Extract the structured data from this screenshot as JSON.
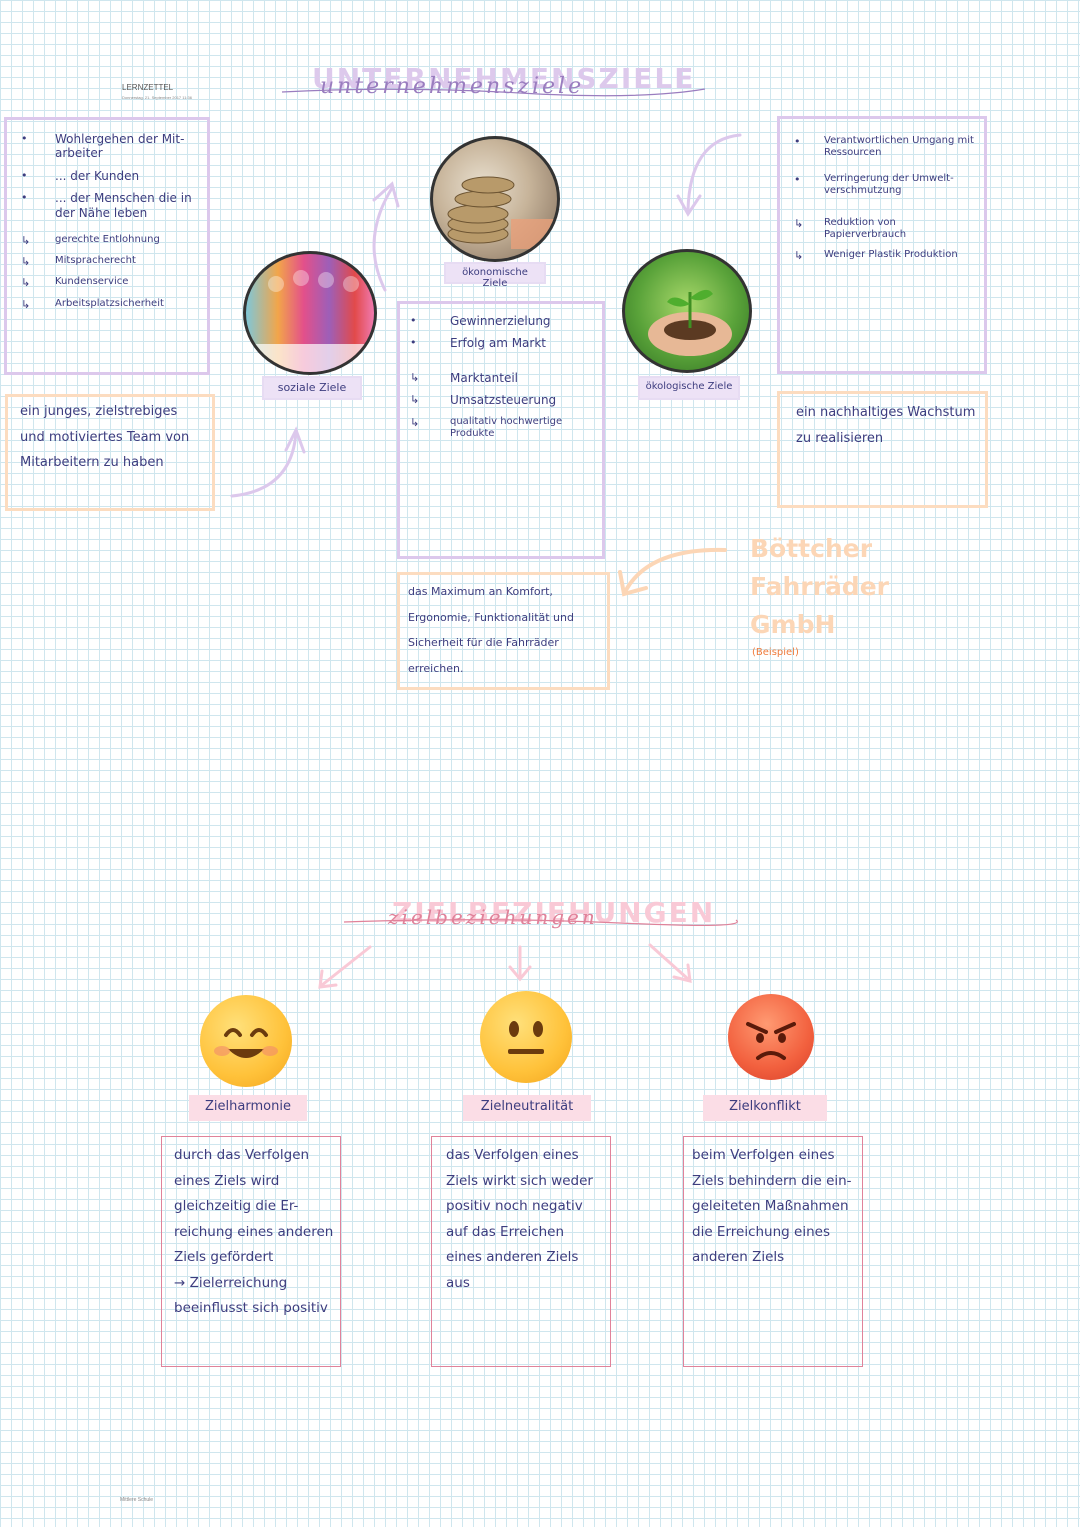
{
  "header": {
    "title": "LERNZETTEL",
    "date": "Donnerstag, 21. September 2017 11:36"
  },
  "section1": {
    "title": "UNTERNEHMENSZIELE",
    "script_title": "unternehmensziele"
  },
  "social_box": {
    "items": [
      {
        "marker": "•",
        "text": "Wohlergehen der Mit-arbeiter"
      },
      {
        "marker": "•",
        "text": "... der Kunden"
      },
      {
        "marker": "•",
        "text": "... der Menschen die in der Nähe leben"
      },
      {
        "marker": "↳",
        "text": "gerechte Entlohnung"
      },
      {
        "marker": "↳",
        "text": "Mitspracherecht"
      },
      {
        "marker": "↳",
        "text": "Kundenservice"
      },
      {
        "marker": "↳",
        "text": "Arbeitsplatzsicherheit"
      }
    ]
  },
  "social_goal_box": {
    "text": "ein junges, zielstrebiges und motiviertes Team von Mitarbeitern zu haben"
  },
  "labels": {
    "social": "soziale Ziele",
    "economic": "ökonomische Ziele",
    "ecological": "ökologische Ziele"
  },
  "economic_box": {
    "items": [
      {
        "marker": "•",
        "text": "Gewinnerzielung"
      },
      {
        "marker": "•",
        "text": "Erfolg am Markt"
      },
      {
        "marker": "↳",
        "text": "Marktanteil"
      },
      {
        "marker": "↳",
        "text": "Umsatzsteuerung"
      },
      {
        "marker": "↳",
        "text": "qualitativ hochwertige Produkte"
      }
    ]
  },
  "economic_goal_box": {
    "text": "das Maximum an Komfort, Ergonomie, Funktionalität und Sicherheit für die Fahrräder erreichen."
  },
  "ecological_box": {
    "items": [
      {
        "marker": "•",
        "text": "Verantwortlichen Umgang mit Ressourcen"
      },
      {
        "marker": "•",
        "text": "Verringerung der Umwelt-verschmutzung"
      },
      {
        "marker": "↳",
        "text": "Reduktion von Papierverbrauch"
      },
      {
        "marker": "↳",
        "text": "Weniger Plastik Produktion"
      }
    ]
  },
  "ecological_goal_box": {
    "text": "ein nachhaltiges Wachstum zu realisieren"
  },
  "company": {
    "name_line1": "Böttcher",
    "name_line2": "Fahrräder",
    "name_line3": "GmbH",
    "note": "(Beispiel)"
  },
  "section2": {
    "title": "ZIELBEZIEHUNGEN",
    "script_title": "zielbeziehungen"
  },
  "relations": [
    {
      "label": "Zielharmonie",
      "emoji": "smiling-face-icon",
      "text": "durch das Verfolgen eines Ziels wird gleichzeitig die Er-reichung eines anderen Ziels gefördert",
      "arrow_text": "→ Zielerreichung beeinflusst sich positiv"
    },
    {
      "label": "Zielneutralität",
      "emoji": "neutral-face-icon",
      "text": "das Verfolgen eines Ziels wirkt sich weder positiv noch negativ auf das Erreichen eines anderen Ziels aus",
      "arrow_text": ""
    },
    {
      "label": "Zielkonflikt",
      "emoji": "angry-face-icon",
      "text": "beim Verfolgen eines Ziels behindern die ein-geleiteten Maßnahmen die Erreichung eines anderen Ziels",
      "arrow_text": ""
    }
  ],
  "footer": {
    "text": "Mittlere Schule"
  }
}
